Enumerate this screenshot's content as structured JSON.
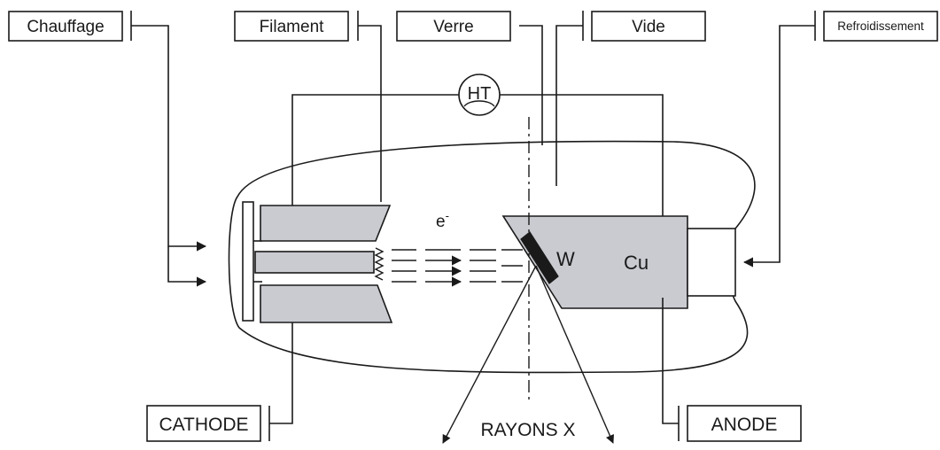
{
  "labels": {
    "chauffage": "Chauffage",
    "filament": "Filament",
    "verre": "Verre",
    "vide": "Vide",
    "refroidissement": "Refroidissement",
    "ht": "HT",
    "electron": "e",
    "electron_charge": "-",
    "tungsten": "W",
    "copper": "Cu",
    "cathode": "CATHODE",
    "rayons_x": "RAYONS X",
    "anode": "ANODE"
  },
  "colors": {
    "line": "#1a1a1a",
    "electrode_fill": "#c9cbd1",
    "tube_fill": "#ffffff",
    "target_fill": "#1a1a1a"
  }
}
